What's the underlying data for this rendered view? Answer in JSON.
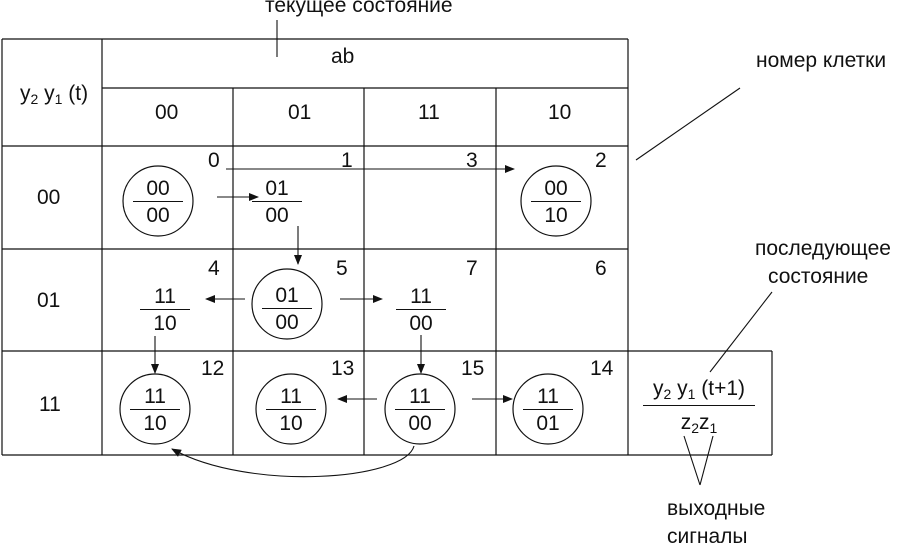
{
  "annotations": {
    "current_state": "текущее состояние",
    "cell_number": "номер клетки",
    "next_state_1": "последующее",
    "next_state_2": "состояние",
    "outputs_1": "выходные",
    "outputs_2": "сигналы"
  },
  "table": {
    "row_header": {
      "y2": "y",
      "y1": "y",
      "sub2": "2",
      "sub1": "1",
      "suffix": "(t)"
    },
    "col_header": "ab",
    "columns": [
      "00",
      "01",
      "11",
      "10"
    ],
    "rows": [
      "00",
      "01",
      "11"
    ],
    "cells": [
      {
        "num": "0",
        "top": "00",
        "bot": "00",
        "stable": true
      },
      {
        "num": "1",
        "top": "01",
        "bot": "00",
        "stable": false
      },
      {
        "num": "3",
        "top": "",
        "bot": "",
        "stable": false
      },
      {
        "num": "2",
        "top": "00",
        "bot": "10",
        "stable": true
      },
      {
        "num": "4",
        "top": "11",
        "bot": "10",
        "stable": false
      },
      {
        "num": "5",
        "top": "01",
        "bot": "00",
        "stable": true
      },
      {
        "num": "7",
        "top": "11",
        "bot": "00",
        "stable": false
      },
      {
        "num": "6",
        "top": "",
        "bot": "",
        "stable": false
      },
      {
        "num": "12",
        "top": "11",
        "bot": "10",
        "stable": true
      },
      {
        "num": "13",
        "top": "11",
        "bot": "10",
        "stable": true
      },
      {
        "num": "15",
        "top": "11",
        "bot": "00",
        "stable": true
      },
      {
        "num": "14",
        "top": "11",
        "bot": "01",
        "stable": true
      }
    ]
  },
  "legend": {
    "top_y2": "y",
    "top_sub2": "2",
    "top_y1": "y",
    "top_sub1": "1",
    "top_suffix": "(t+1)",
    "bot_z2": "z",
    "bot_sub2": "2",
    "bot_z1": "z",
    "bot_sub1": "1"
  }
}
